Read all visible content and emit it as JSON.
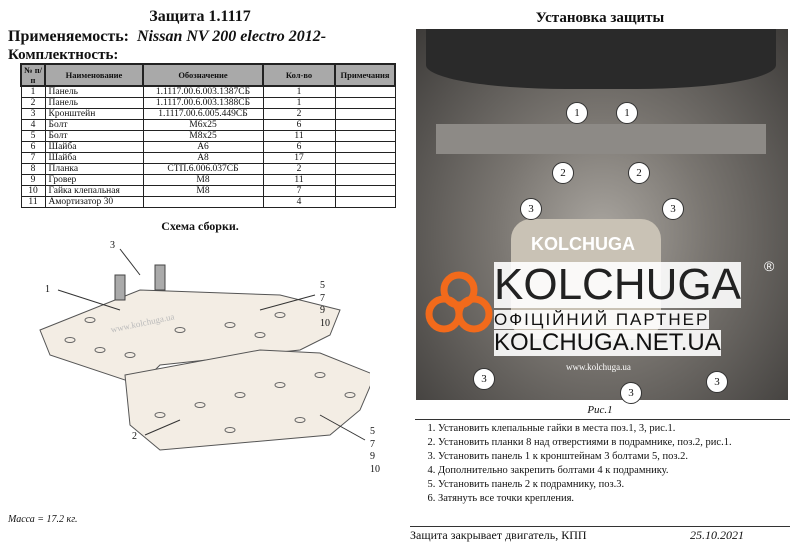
{
  "header": {
    "title": "Защита 1.1117",
    "applicability_label": "Применяемость:",
    "applicability_value": "Nissan NV 200 electro  2012-",
    "kit_label": "Комплектность:"
  },
  "table": {
    "headers": [
      "№ п/п",
      "Наименование",
      "Обозначение",
      "Кол-во",
      "Примечания"
    ],
    "rows": [
      [
        "1",
        "Панель",
        "1.1117.00.6.003.1387СБ",
        "1",
        ""
      ],
      [
        "2",
        "Панель",
        "1.1117.00.6.003.1388СБ",
        "1",
        ""
      ],
      [
        "3",
        "Кронштейн",
        "1.1117.00.6.005.449СБ",
        "2",
        ""
      ],
      [
        "4",
        "Болт",
        "М6х25",
        "6",
        ""
      ],
      [
        "5",
        "Болт",
        "М8х25",
        "11",
        ""
      ],
      [
        "6",
        "Шайба",
        "А6",
        "6",
        ""
      ],
      [
        "7",
        "Шайба",
        "А8",
        "17",
        ""
      ],
      [
        "8",
        "Планка",
        "СТП.6.006.037СБ",
        "2",
        ""
      ],
      [
        "9",
        "Гровер",
        "М8",
        "11",
        ""
      ],
      [
        "10",
        "Гайка клепальная",
        "М8",
        "7",
        ""
      ],
      [
        "11",
        "Амортизатор 30",
        "",
        "4",
        ""
      ]
    ]
  },
  "assembly": {
    "title": "Схема сборки.",
    "labels": {
      "l3": "3",
      "l1": "1",
      "l2": "2",
      "group_a": [
        "5",
        "7",
        "9",
        "10"
      ],
      "group_b": [
        "5",
        "7",
        "9",
        "10"
      ]
    },
    "watermark": "www.kolchuga.ua",
    "mass": "Масса = 17.2 кг."
  },
  "install": {
    "title": "Установка защиты",
    "callouts": [
      "1",
      "1",
      "2",
      "2",
      "3",
      "3",
      "3",
      "3",
      "3"
    ],
    "photo_watermark": "KOLCHUGA",
    "photo_url_text": "www.kolchuga.ua",
    "figure_caption": "Рис.1",
    "steps": [
      "Установить клепальные гайки в места поз.1, 3, рис.1.",
      "Установить планки 8 над отверстиями в подрамнике, поз.2, рис.1.",
      "Установить панель 1 к кронштейнам 3 болтами 5, поз.2.",
      "Дополнительно закрепить болтами 4 к подрамнику.",
      "Установить панель 2 к подрамнику, поз.3.",
      "Затянуть все точки крепления."
    ]
  },
  "footer": {
    "note": "Защита закрывает двигатель, КПП",
    "date": "25.10.2021"
  },
  "logo": {
    "brand": "KOLCHUGA",
    "reg": "®",
    "partner": "ОФІЦІЙНИЙ ПАРТНЕР",
    "site": "KOLCHUGA.NET.UA",
    "color": "#f26a1b"
  }
}
